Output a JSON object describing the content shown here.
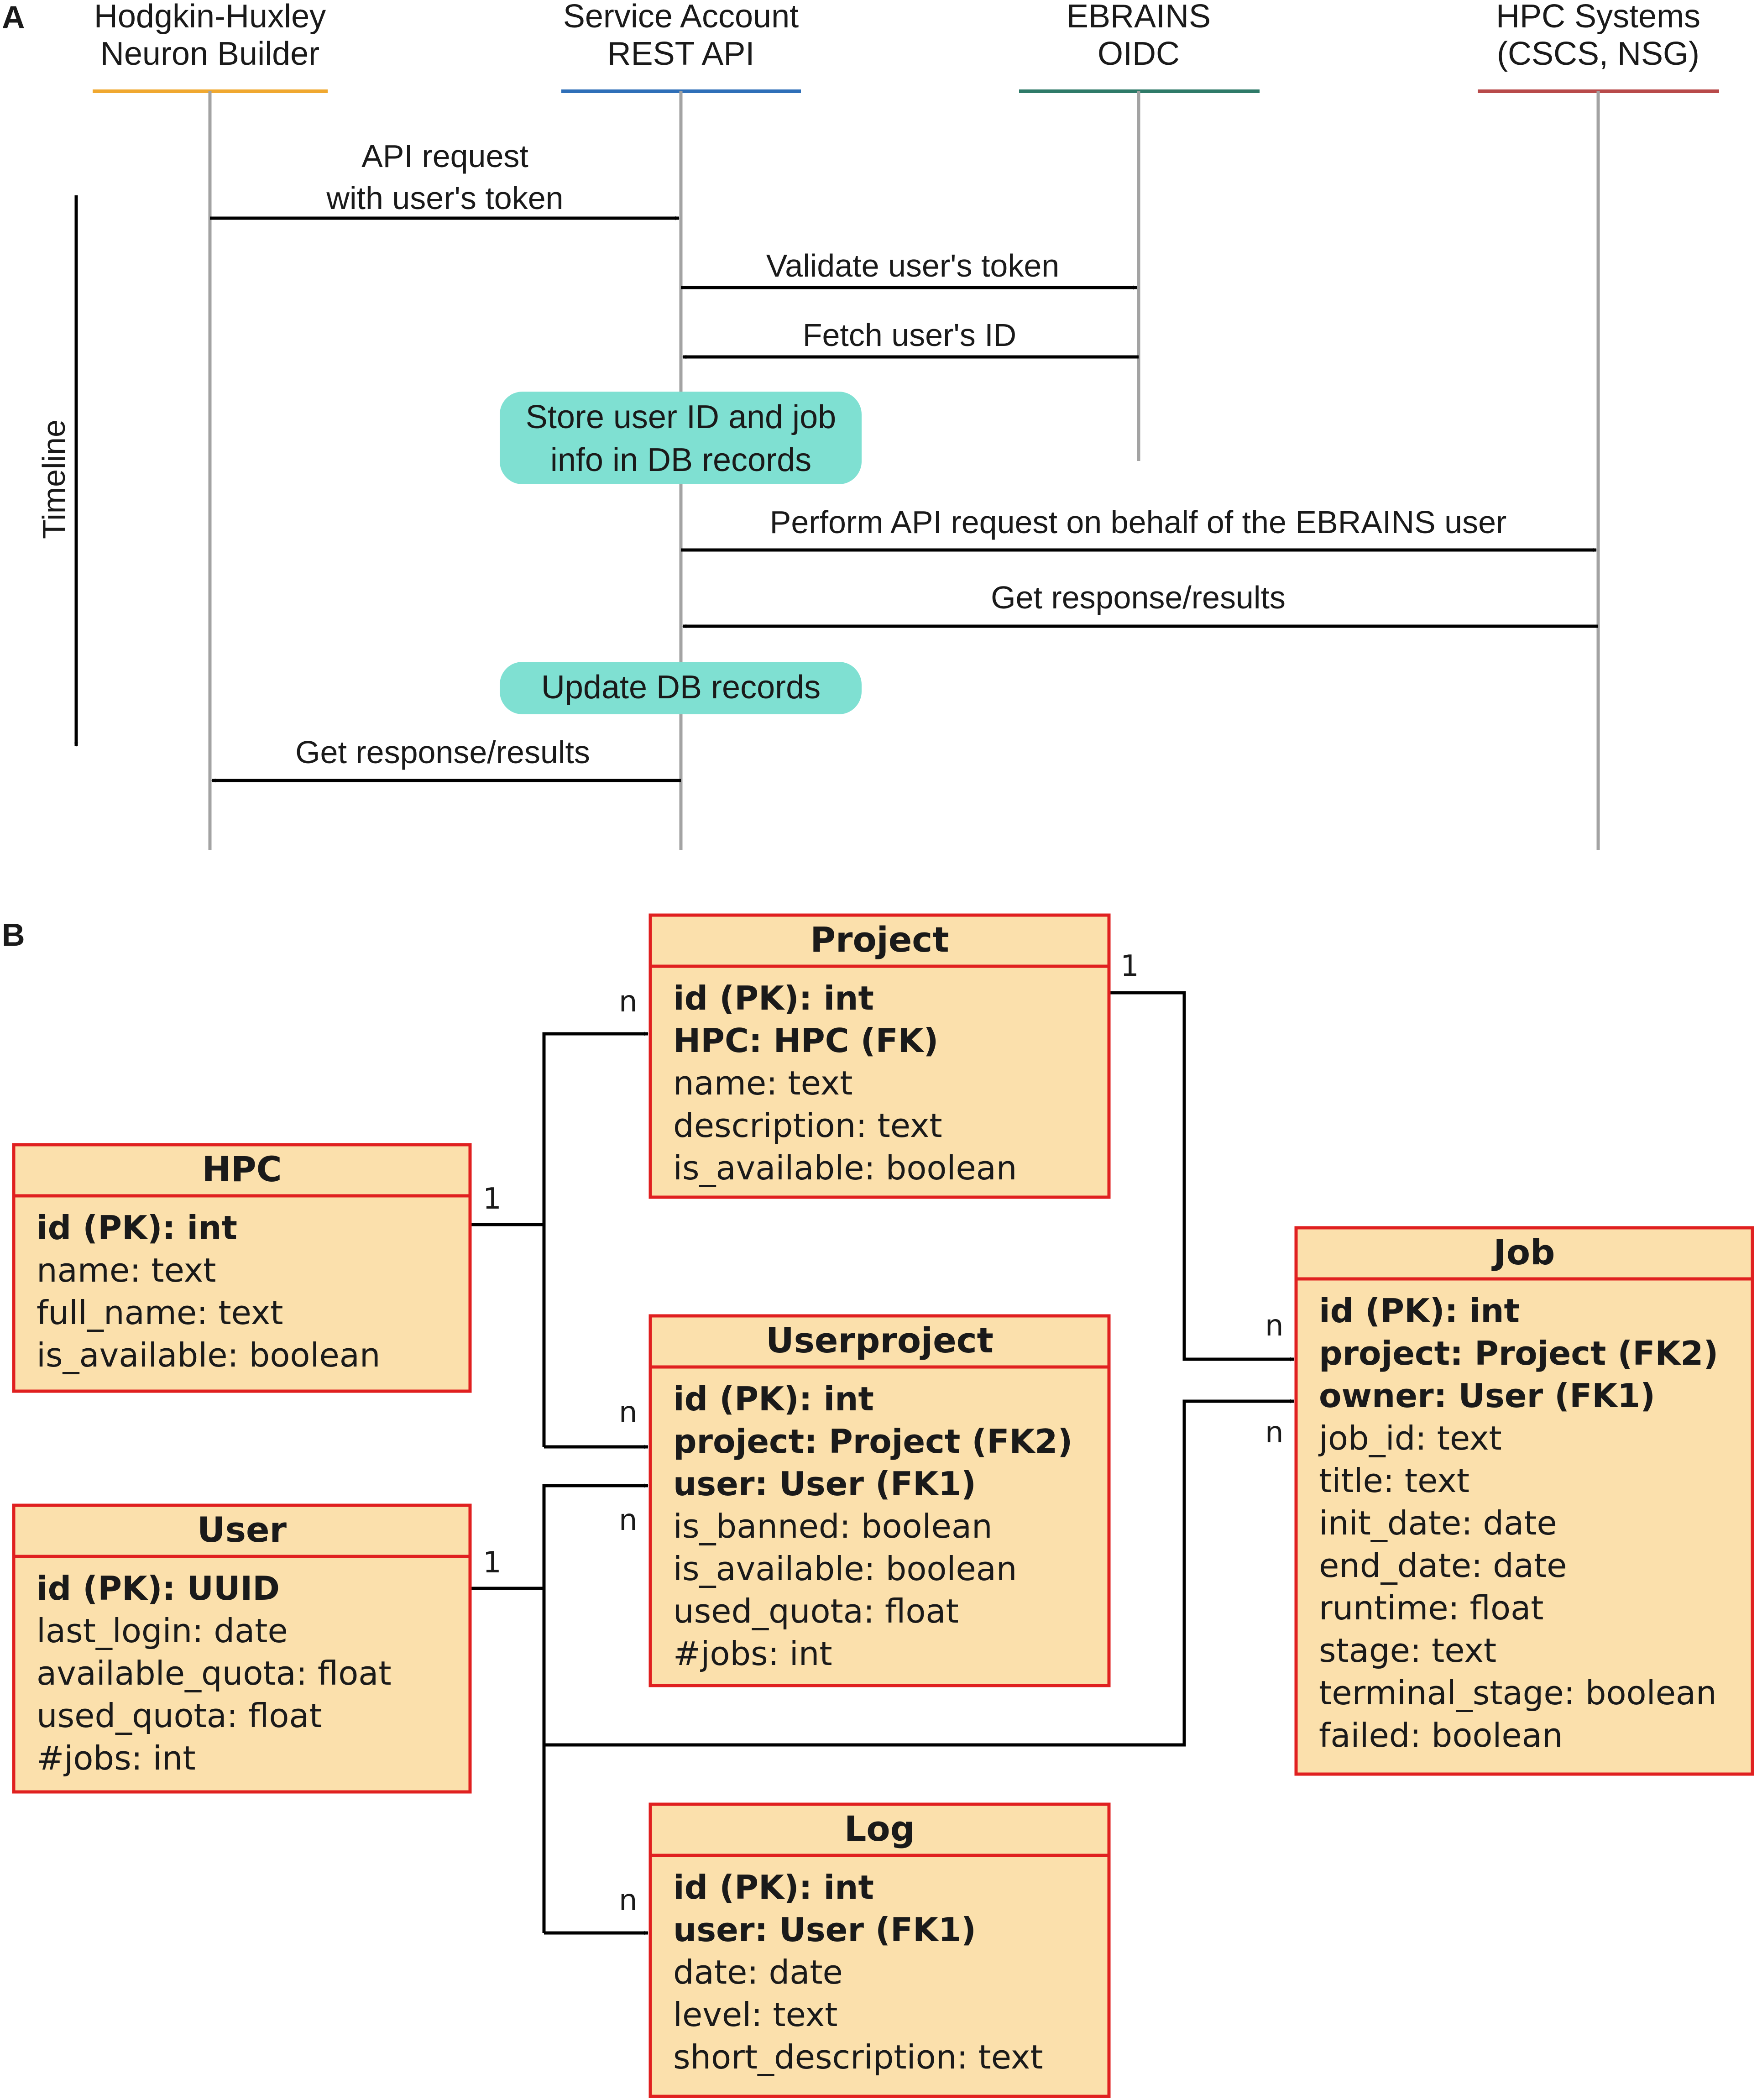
{
  "panel_a": {
    "label": "A",
    "timeline_label": "Timeline",
    "actors": [
      {
        "line1": "Hodgkin-Huxley",
        "line2": "Neuron Builder",
        "color": "#f0a830"
      },
      {
        "line1": "Service Account",
        "line2": "REST API",
        "color": "#2f6fb8"
      },
      {
        "line1": "EBRAINS",
        "line2": "OIDC",
        "color": "#2e7a68"
      },
      {
        "line1": "HPC Systems",
        "line2": "(CSCS, NSG)",
        "color": "#b84a4a"
      }
    ],
    "messages": [
      {
        "line1": "API request",
        "line2": "with user's token"
      },
      {
        "line1": "Validate user's token"
      },
      {
        "line1": "Fetch user's ID"
      },
      {
        "line1": "Perform API request on behalf of the EBRAINS user"
      },
      {
        "line1": "Get response/results"
      },
      {
        "line1": "Get response/results"
      }
    ],
    "notes": [
      {
        "line1": "Store user ID and job",
        "line2": "info in DB records"
      },
      {
        "line1": "Update DB records"
      }
    ],
    "note_color": "#7fe0d2"
  },
  "panel_b": {
    "label": "B",
    "entity_fill": "#fbe0ac",
    "entity_border": "#e02020",
    "entities": {
      "project": {
        "title": "Project",
        "fields": [
          {
            "text": "id (PK): int",
            "key": true
          },
          {
            "text": "HPC: HPC (FK)",
            "key": true
          },
          {
            "text": "name: text",
            "key": false
          },
          {
            "text": "description: text",
            "key": false
          },
          {
            "text": "is_available: boolean",
            "key": false
          }
        ]
      },
      "hpc": {
        "title": "HPC",
        "fields": [
          {
            "text": "id (PK): int",
            "key": true
          },
          {
            "text": "name: text",
            "key": false
          },
          {
            "text": "full_name: text",
            "key": false
          },
          {
            "text": "is_available: boolean",
            "key": false
          }
        ]
      },
      "userproject": {
        "title": "Userproject",
        "fields": [
          {
            "text": "id (PK): int",
            "key": true
          },
          {
            "text": "project: Project (FK2)",
            "key": true
          },
          {
            "text": "user: User (FK1)",
            "key": true
          },
          {
            "text": "is_banned: boolean",
            "key": false
          },
          {
            "text": "is_available: boolean",
            "key": false
          },
          {
            "text": "used_quota: float",
            "key": false
          },
          {
            "text": "#jobs: int",
            "key": false
          }
        ]
      },
      "user": {
        "title": "User",
        "fields": [
          {
            "text": "id (PK): UUID",
            "key": true
          },
          {
            "text": "last_login: date",
            "key": false
          },
          {
            "text": "available_quota: float",
            "key": false
          },
          {
            "text": "used_quota: float",
            "key": false
          },
          {
            "text": "#jobs: int",
            "key": false
          }
        ]
      },
      "job": {
        "title": "Job",
        "fields": [
          {
            "text": "id (PK): int",
            "key": true
          },
          {
            "text": "project: Project (FK2)",
            "key": true
          },
          {
            "text": "owner: User (FK1)",
            "key": true
          },
          {
            "text": "job_id: text",
            "key": false
          },
          {
            "text": "title: text",
            "key": false
          },
          {
            "text": "init_date: date",
            "key": false
          },
          {
            "text": "end_date: date",
            "key": false
          },
          {
            "text": "runtime: float",
            "key": false
          },
          {
            "text": "stage: text",
            "key": false
          },
          {
            "text": "terminal_stage: boolean",
            "key": false
          },
          {
            "text": "failed: boolean",
            "key": false
          }
        ]
      },
      "log": {
        "title": "Log",
        "fields": [
          {
            "text": "id (PK): int",
            "key": true
          },
          {
            "text": "user: User (FK1)",
            "key": true
          },
          {
            "text": "date: date",
            "key": false
          },
          {
            "text": "level: text",
            "key": false
          },
          {
            "text": "short_description: text",
            "key": false
          }
        ]
      }
    },
    "cardinality": {
      "one": "1",
      "many": "n"
    }
  }
}
